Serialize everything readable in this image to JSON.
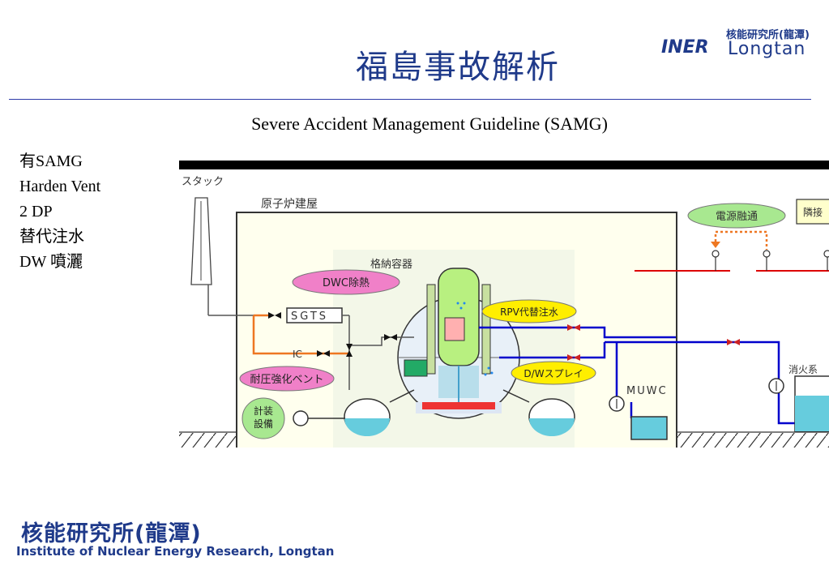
{
  "header": {
    "title": "福島事故解析",
    "logo_cn": "核能研究所(龍潭)",
    "logo_iner": "INER",
    "logo_longtan": "Longtan"
  },
  "subtitle": "Severe Accident Management Guideline (SAMG)",
  "notes": [
    "有SAMG",
    "Harden Vent",
    "2 DP",
    "替代注水",
    "DW 噴灑"
  ],
  "diagram": {
    "labels": {
      "stack": "スタック",
      "reactor_building": "原子炉建屋",
      "containment": "格納容器",
      "dwc": "DWC除熱",
      "sgts": "SGTS",
      "rpv_injection": "RPV代替注水",
      "vent": "耐圧強化ベント",
      "dw_spray": "D/Wスプレイ",
      "instrument": "計装設備",
      "power": "電源融通",
      "adjacent": "隣接",
      "muwc": "MUWC",
      "fire_system": "消火系"
    },
    "colors": {
      "building_fill": "#ffffee",
      "floor_fill": "#dde6f3",
      "water": "#66ccdd",
      "pipe_blue": "#0000cc",
      "pipe_orange": "#ee7722",
      "power_red": "#dd0000",
      "bubble_pink": "#f080c8",
      "bubble_yellow": "#ffee00",
      "bubble_green": "#a8e890"
    }
  },
  "footer": {
    "logo_cn": "核能研究所(龍潭)",
    "logo_en": "Institute of Nuclear Energy Research, Longtan"
  }
}
